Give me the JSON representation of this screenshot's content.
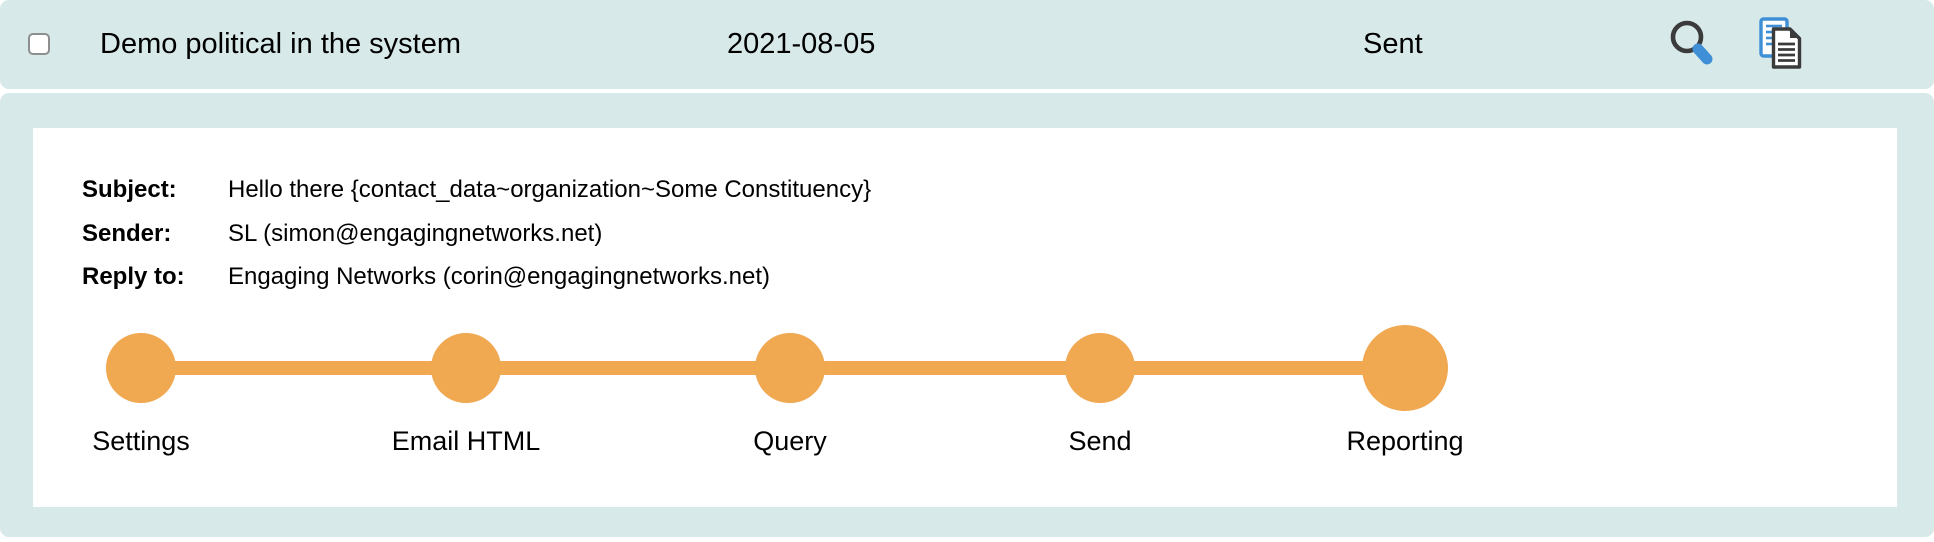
{
  "row": {
    "title": "Demo political in the system",
    "date": "2021-08-05",
    "status": "Sent",
    "checkbox_checked": false
  },
  "detail": {
    "fields": [
      {
        "label": "Subject:",
        "value": "Hello there {contact_data~organization~Some Constituency}"
      },
      {
        "label": "Sender:",
        "value": "SL (simon@engagingnetworks.net)"
      },
      {
        "label": "Reply to:",
        "value": "Engaging Networks (corin@engagingnetworks.net)"
      }
    ],
    "steps": [
      "Settings",
      "Email HTML",
      "Query",
      "Send",
      "Reporting"
    ]
  },
  "icons": {
    "search": "search-icon",
    "copy": "copy-icon"
  },
  "colors": {
    "row_background": "#d8e9e9",
    "panel_background": "#ffffff",
    "step_accent": "#f0a851",
    "icon_blue": "#3e8fd6",
    "icon_dark": "#3b3b3b",
    "text": "#000000"
  }
}
